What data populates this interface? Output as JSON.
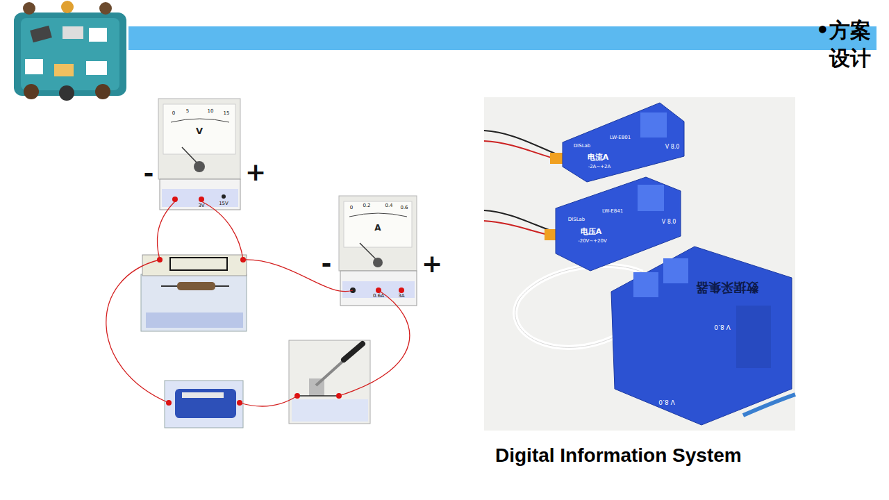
{
  "diagram": {
    "title": "•方案 设计",
    "caption": "Digital Information System",
    "nodes": [
      {
        "text": [
          "V"
        ]
      },
      {
        "text": [
          "A"
        ]
      },
      {
        "text": [
          "电流A",
          "-2A~+2A"
        ]
      },
      {
        "text": [
          "电压A",
          "-20V~+20V"
        ]
      },
      {
        "text": [
          "数据采集器"
        ]
      }
    ],
    "labels": [
      "-",
      "+",
      "-",
      "+",
      "0",
      "5",
      "10",
      "15",
      "0",
      "0.2",
      "0.4",
      "0.6",
      "3V",
      "15V",
      "0.6A",
      "3A",
      "DISLab",
      "LW-E801",
      "V 8.0",
      "DISLab",
      "LW-E841",
      "V 8.0",
      "V 8.0",
      "V 8.0"
    ]
  }
}
